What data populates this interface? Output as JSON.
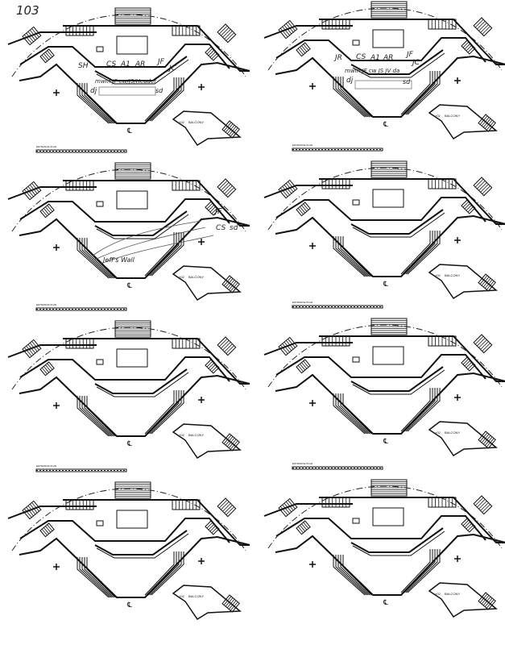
{
  "page_number": "103",
  "plan_labels": {
    "scale_title": "ENTRANCE PLAN",
    "balcony": "BALCONY",
    "level": "+02",
    "centerline": "℄"
  },
  "panels": [
    {
      "id": "plan-1",
      "annotations": [
        "SH",
        "CS",
        "A1",
        "AR",
        "JF",
        "JC",
        "mwm JF cw/JS/Header",
        "dj",
        "sd"
      ]
    },
    {
      "id": "plan-2",
      "annotations": [
        "JR",
        "CS",
        "A1",
        "AR",
        "JF",
        "JC",
        "mwm JF cw JS JV da",
        "dj",
        "sd"
      ]
    },
    {
      "id": "plan-3",
      "annotations": [
        "JF",
        "CS",
        "sd",
        "Jeff's Wall"
      ]
    },
    {
      "id": "plan-4",
      "annotations": []
    },
    {
      "id": "plan-5",
      "annotations": []
    },
    {
      "id": "plan-6",
      "annotations": []
    },
    {
      "id": "plan-7",
      "annotations": []
    },
    {
      "id": "plan-8",
      "annotations": []
    }
  ]
}
